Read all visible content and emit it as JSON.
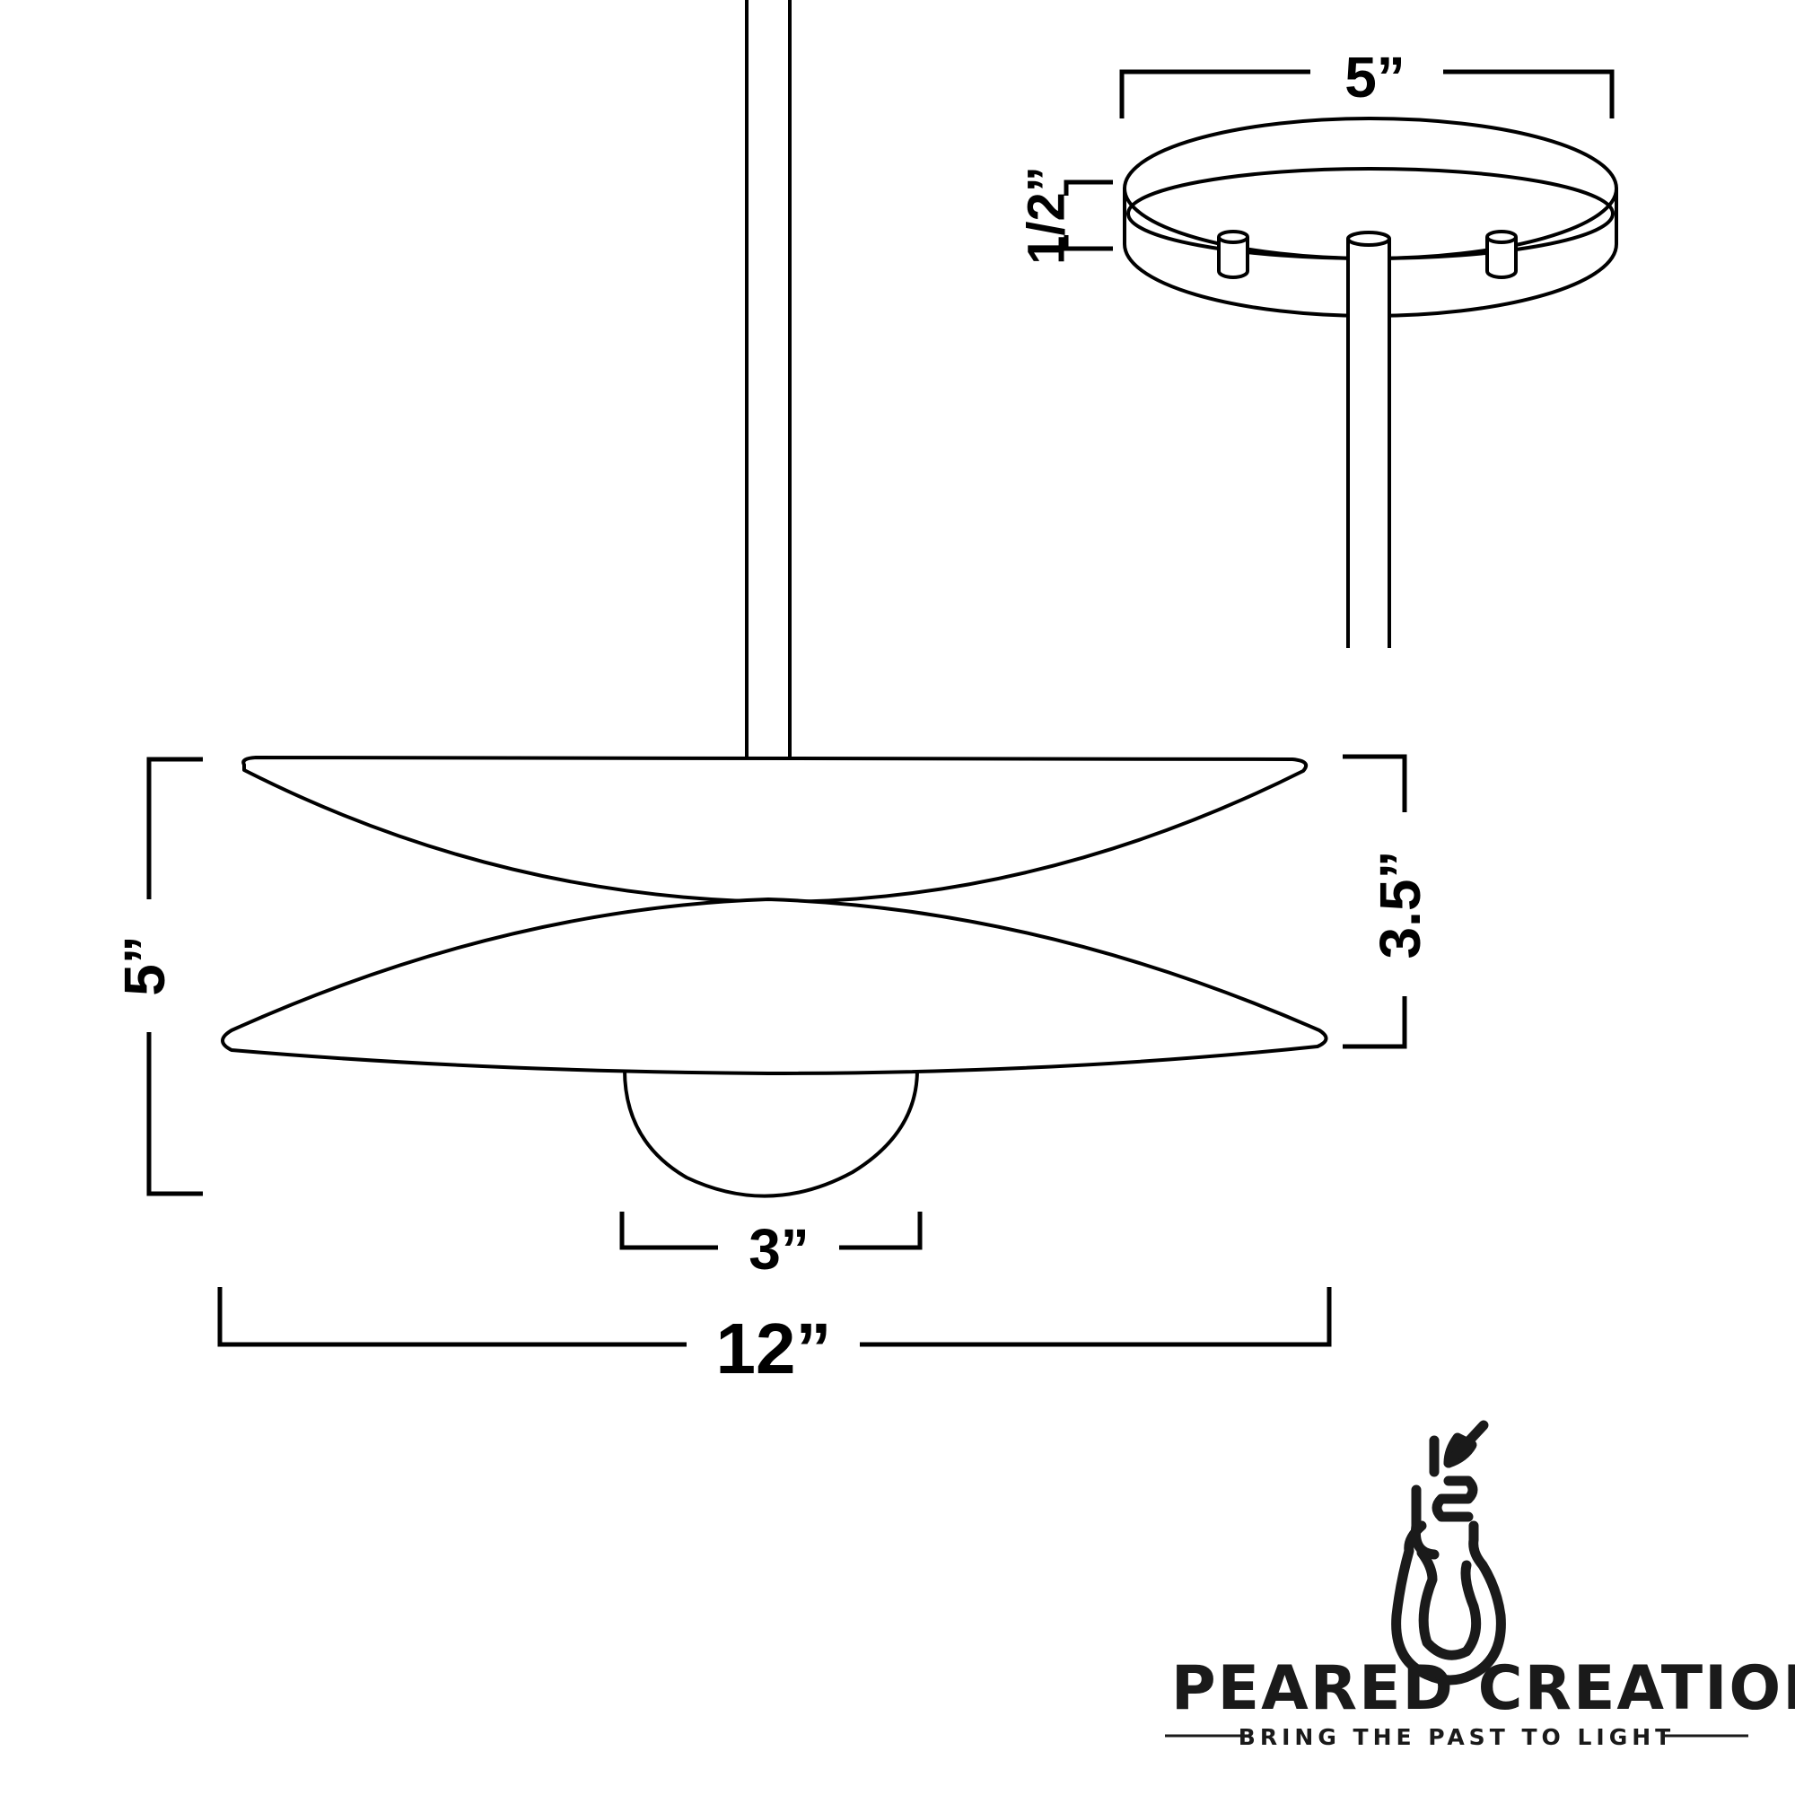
{
  "dimensions": {
    "canopy_width": "5”",
    "canopy_height": "1/2”",
    "total_height": "5”",
    "shade_height": "3.5”",
    "bulb_width": "3”",
    "shade_width": "12”"
  },
  "brand": {
    "name": "PEARED CREATION",
    "tagline": "BRING THE PAST TO LIGHT",
    "logo_icon": "pear-bulb-icon"
  }
}
